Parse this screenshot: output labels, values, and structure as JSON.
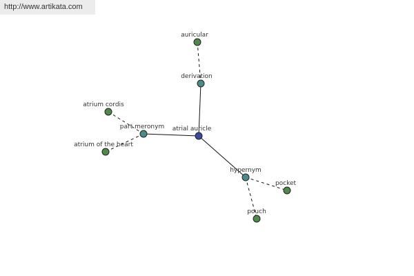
{
  "site": {
    "url": "http://www.artikata.com"
  },
  "colors": {
    "center": "#3a4aa0",
    "relation": "#4a8c8c",
    "leaf": "#4f8a4a",
    "edge": "#111111"
  },
  "graph": {
    "center": {
      "label": "atrial auricle"
    },
    "relations": [
      {
        "label": "derivation",
        "words": [
          "auricular"
        ]
      },
      {
        "label": "part meronym",
        "words": [
          "atrium cordis",
          "atrium of the heart"
        ]
      },
      {
        "label": "hypernym",
        "words": [
          "pocket",
          "pouch"
        ]
      }
    ]
  }
}
